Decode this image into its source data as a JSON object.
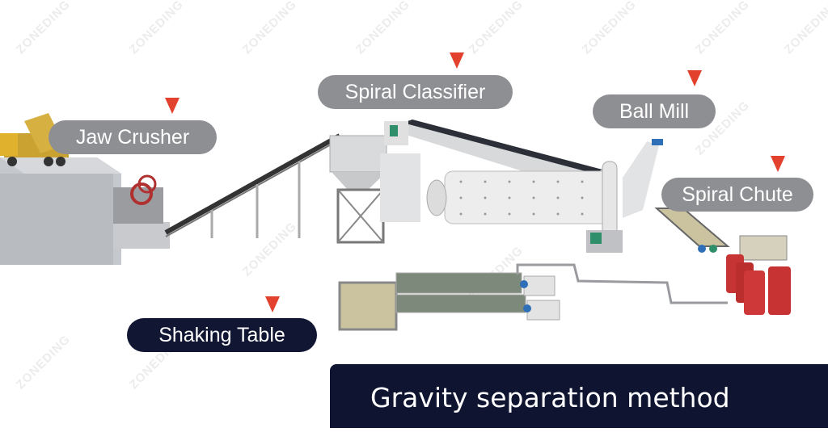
{
  "title": "Gravity separation method",
  "watermark": "ZONEDING",
  "colors": {
    "marker": "#e2412d",
    "label_gray": "#8e8f92",
    "label_dark": "#111633",
    "banner": "#0f1430"
  },
  "equipment_labels": [
    {
      "name": "Jaw Crusher",
      "style": "gray"
    },
    {
      "name": "Spiral Classifier",
      "style": "gray"
    },
    {
      "name": "Ball Mill",
      "style": "gray"
    },
    {
      "name": "Spiral Chute",
      "style": "gray"
    },
    {
      "name": "Shaking Table",
      "style": "dark"
    }
  ]
}
